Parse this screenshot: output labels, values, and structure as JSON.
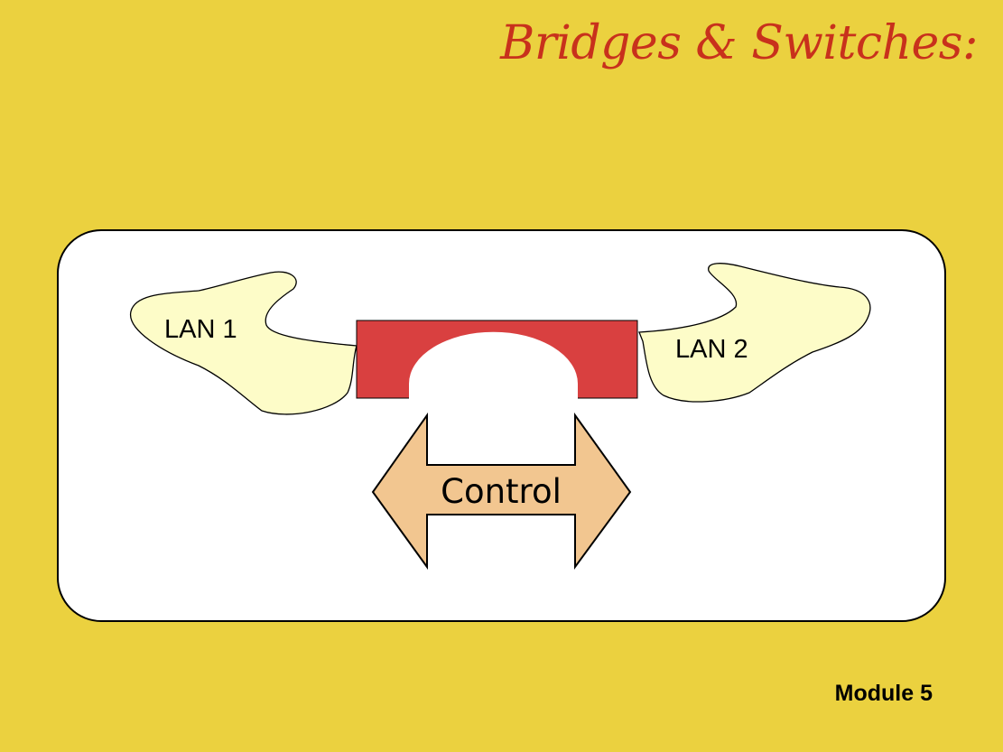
{
  "slide": {
    "title": "Bridges & Switches:",
    "footer": "Module 5"
  },
  "diagram": {
    "lan1_label": "LAN 1",
    "lan2_label": "LAN 2",
    "control_label": "Control",
    "colors": {
      "background": "#ebd13f",
      "title": "#c8311c",
      "bridge": "#d94040",
      "lan": "#fdfcc8",
      "control": "#f2c690"
    }
  }
}
